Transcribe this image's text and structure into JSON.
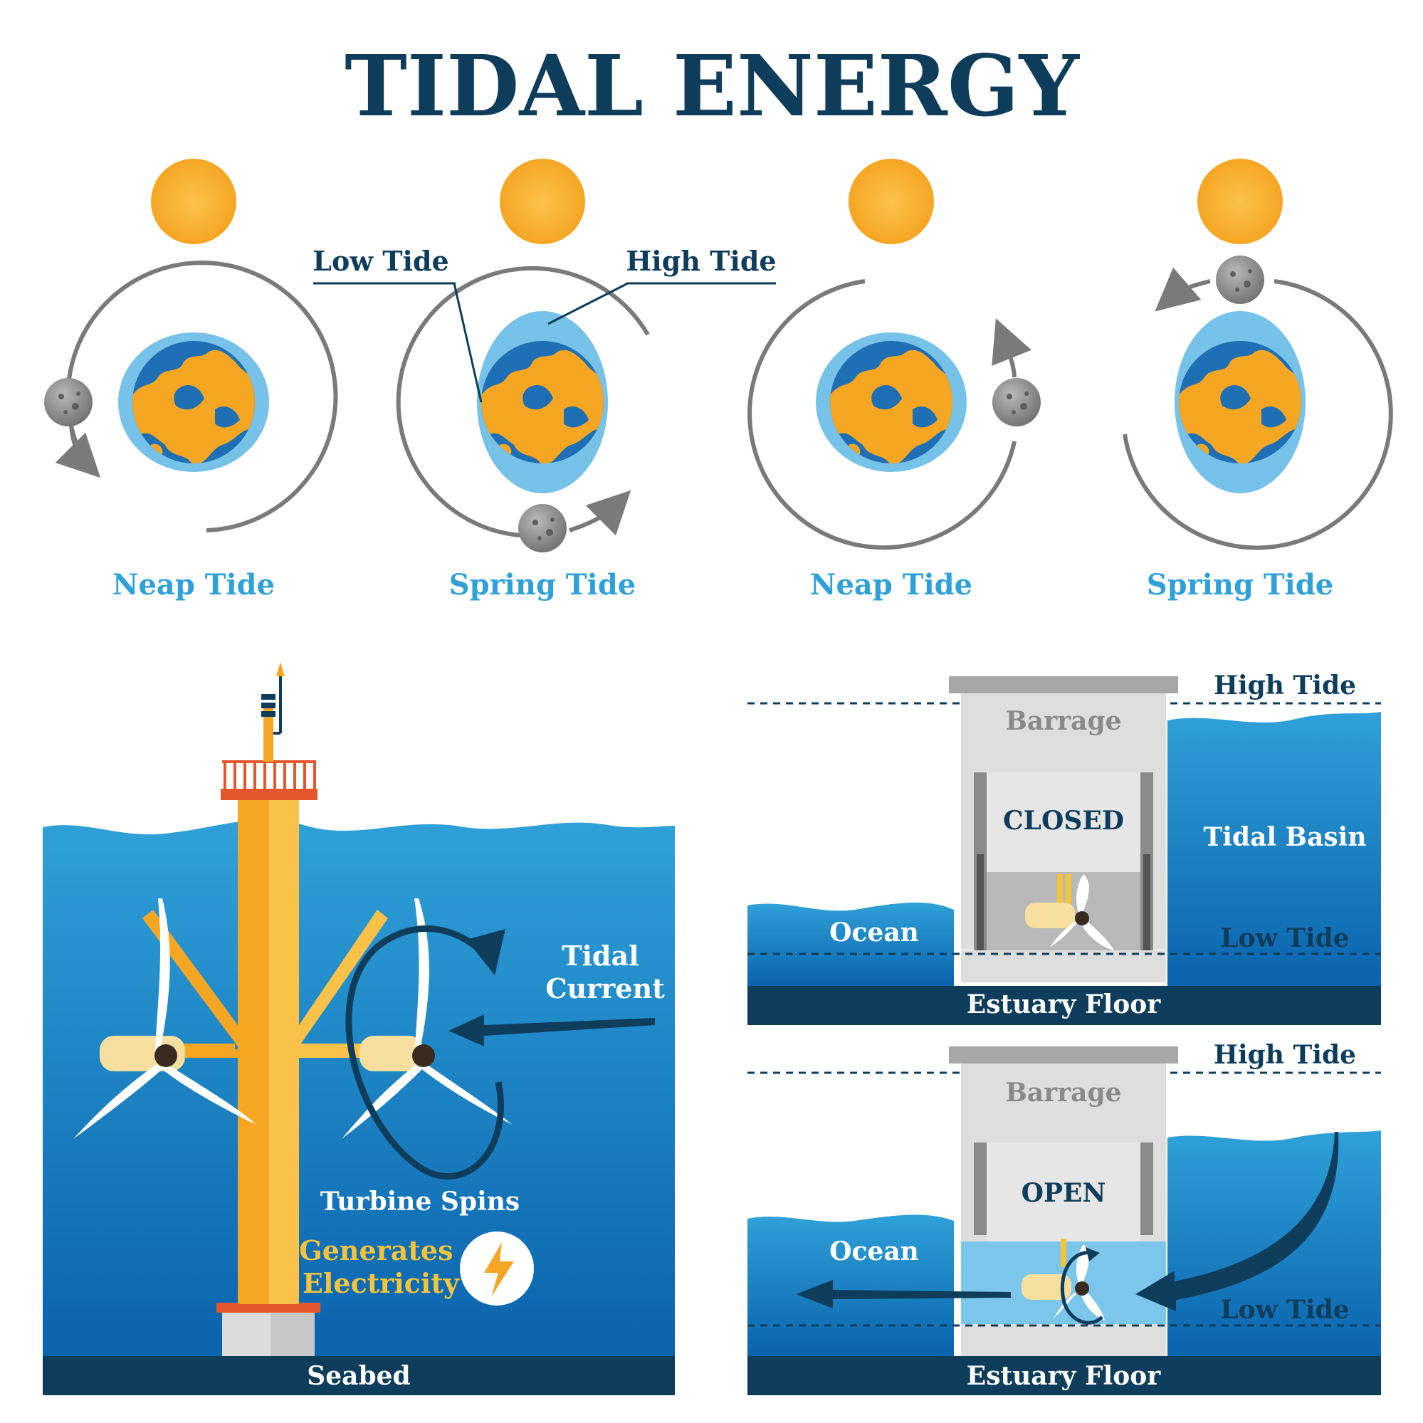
{
  "title": "TIDAL ENERGY",
  "colors": {
    "navy": "#0e3d5c",
    "sky": "#2fa1d8",
    "sun": "#f7ae34",
    "orange": "#f5a623",
    "grey": "#cfcfcf"
  },
  "tide_phases": {
    "low_tide_label": "Low Tide",
    "high_tide_label": "High Tide",
    "panels": [
      {
        "label": "Neap Tide"
      },
      {
        "label": "Spring Tide"
      },
      {
        "label": "Neap Tide"
      },
      {
        "label": "Spring Tide"
      }
    ]
  },
  "turbine": {
    "tidal_current": [
      "Tidal",
      "Current"
    ],
    "turbine_spins": "Turbine Spins",
    "generates": [
      "Generates",
      "Electricity"
    ],
    "seabed": "Seabed"
  },
  "barrage_closed": {
    "high_tide": "High Tide",
    "barrage": "Barrage",
    "state": "CLOSED",
    "tidal_basin": "Tidal Basin",
    "ocean": "Ocean",
    "low_tide": "Low Tide",
    "floor": "Estuary Floor"
  },
  "barrage_open": {
    "high_tide": "High Tide",
    "barrage": "Barrage",
    "state": "OPEN",
    "ocean": "Ocean",
    "low_tide": "Low Tide",
    "floor": "Estuary Floor"
  }
}
